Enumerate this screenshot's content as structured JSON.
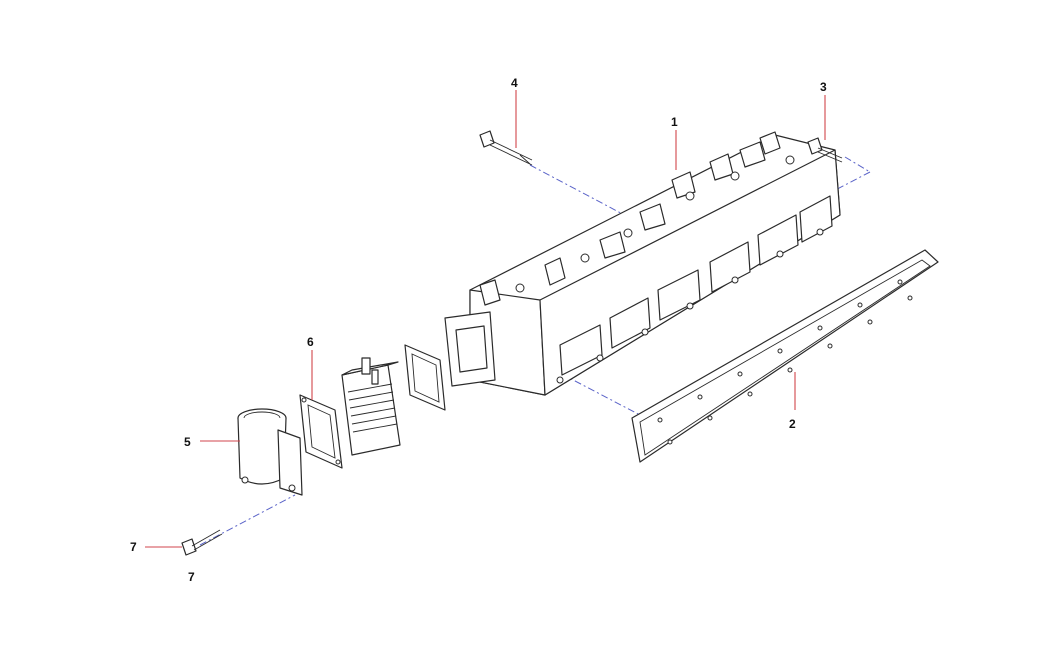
{
  "diagram": {
    "callouts": [
      {
        "id": "1",
        "label": "1"
      },
      {
        "id": "2",
        "label": "2"
      },
      {
        "id": "3",
        "label": "3"
      },
      {
        "id": "4",
        "label": "4"
      },
      {
        "id": "5",
        "label": "5"
      },
      {
        "id": "6",
        "label": "6"
      },
      {
        "id": "7",
        "label": "7"
      }
    ],
    "footer_label": "7"
  },
  "colors": {
    "leader": "#d0454c",
    "centerline": "#5a63c8",
    "outline": "#2b2b2b",
    "background": "#ffffff"
  }
}
